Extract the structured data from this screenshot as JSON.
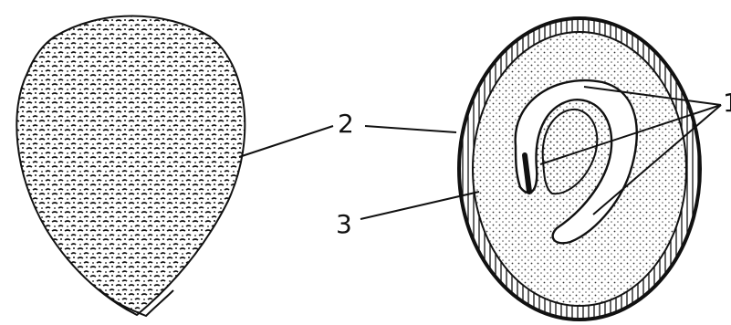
{
  "labels": {
    "seed_coat": "2",
    "endosperm": "3",
    "embryo": "1"
  },
  "colors": {
    "ink": "#111111",
    "paper": "#ffffff"
  }
}
